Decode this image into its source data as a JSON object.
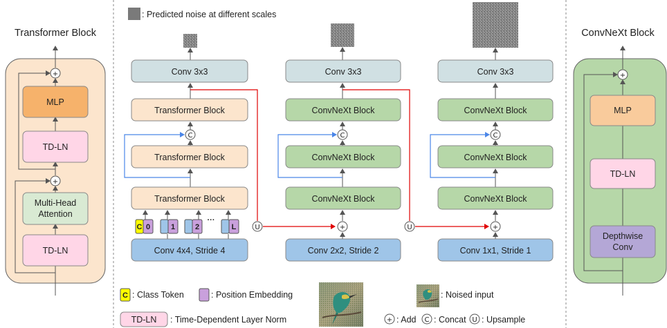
{
  "colors": {
    "orange_panel": "#fce5cd",
    "green_panel": "#b6d7a8",
    "conv_top": "#d0e0e3",
    "conv_bottom": "#9fc5e8",
    "transformer": "#fce5cd",
    "convnext": "#b6d7a8",
    "mlp_orange": "#f6b26b",
    "mlp_ln": "#f9cb9c",
    "tdln": "#ffd6e7",
    "attention": "#d9ead3",
    "depthwise": "#b4a7d6",
    "class_token": "#ffff00",
    "position_emb": "#c9a0dc",
    "skip_blue": "#4a86e8",
    "red_line": "#e00000",
    "noise": "#777777"
  },
  "left_panel": {
    "title": "Transformer Block",
    "mlp": "MLP",
    "tdln_top": "TD-LN",
    "attention_line1": "Multi-Head",
    "attention_line2": "Attention",
    "tdln_bottom": "TD-LN"
  },
  "right_panel": {
    "title": "ConvNeXt Block",
    "mlp": "MLP",
    "tdln": "TD-LN",
    "depthwise_line1": "Depthwise",
    "depthwise_line2": "Conv"
  },
  "legend_top": {
    "noise_label": ": Predicted noise at different scales"
  },
  "column1": {
    "conv_top": "Conv 3x3",
    "block3": "Transformer Block",
    "block2": "Transformer Block",
    "block1": "Transformer Block",
    "conv_bottom": "Conv 4x4, Stride 4",
    "tokens": {
      "class": "C",
      "t0": "0",
      "t1": "1",
      "t2": "2",
      "dots": "···",
      "tL": "L"
    }
  },
  "column2": {
    "conv_top": "Conv 3x3",
    "block3": "ConvNeXt Block",
    "block2": "ConvNeXt Block",
    "block1": "ConvNeXt Block",
    "conv_bottom": "Conv 2x2, Stride 2"
  },
  "column3": {
    "conv_top": "Conv 3x3",
    "block3": "ConvNeXt Block",
    "block2": "ConvNeXt Block",
    "block1": "ConvNeXt Block",
    "conv_bottom": "Conv 1x1, Stride 1"
  },
  "ops": {
    "add": "+",
    "concat": "C",
    "upsample": "U"
  },
  "legend_bottom": {
    "class_token_glyph": "C",
    "class_token": ": Class Token",
    "position_embedding": ": Position Embedding",
    "tdln_glyph": "TD-LN",
    "tdln": ": Time-Dependent Layer Norm",
    "noised_input": ": Noised input",
    "add": ": Add",
    "concat": ": Concat",
    "upsample": ": Upsample"
  }
}
